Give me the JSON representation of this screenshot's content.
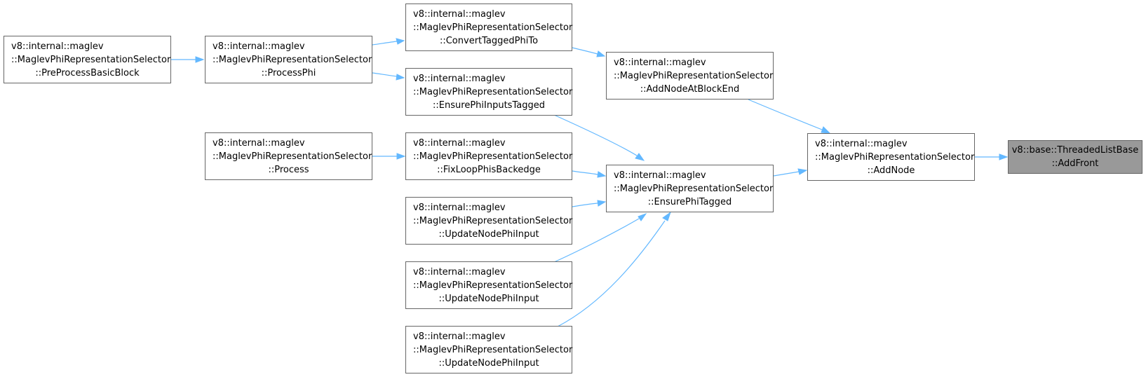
{
  "colors": {
    "edge": "#63b8ff",
    "node_border": "#666666",
    "current_fill": "#999999"
  },
  "nodes": [
    {
      "id": "n_preprocess",
      "lines": [
        "v8::internal::maglev",
        "::MaglevPhiRepresentationSelector",
        "::PreProcessBasicBlock"
      ]
    },
    {
      "id": "n_processphi",
      "lines": [
        "v8::internal::maglev",
        "::MaglevPhiRepresentationSelector",
        "::ProcessPhi"
      ]
    },
    {
      "id": "n_process",
      "lines": [
        "v8::internal::maglev",
        "::MaglevPhiRepresentationSelector",
        "::Process"
      ]
    },
    {
      "id": "n_convert",
      "lines": [
        "v8::internal::maglev",
        "::MaglevPhiRepresentationSelector",
        "::ConvertTaggedPhiTo"
      ]
    },
    {
      "id": "n_ensureinputs",
      "lines": [
        "v8::internal::maglev",
        "::MaglevPhiRepresentationSelector",
        "::EnsurePhiInputsTagged"
      ]
    },
    {
      "id": "n_fixloop",
      "lines": [
        "v8::internal::maglev",
        "::MaglevPhiRepresentationSelector",
        "::FixLoopPhisBackedge"
      ]
    },
    {
      "id": "n_update1",
      "lines": [
        "v8::internal::maglev",
        "::MaglevPhiRepresentationSelector",
        "::UpdateNodePhiInput"
      ]
    },
    {
      "id": "n_update2",
      "lines": [
        "v8::internal::maglev",
        "::MaglevPhiRepresentationSelector",
        "::UpdateNodePhiInput"
      ]
    },
    {
      "id": "n_update3",
      "lines": [
        "v8::internal::maglev",
        "::MaglevPhiRepresentationSelector",
        "::UpdateNodePhiInput"
      ]
    },
    {
      "id": "n_addatend",
      "lines": [
        "v8::internal::maglev",
        "::MaglevPhiRepresentationSelector",
        "::AddNodeAtBlockEnd"
      ]
    },
    {
      "id": "n_ensuretagged",
      "lines": [
        "v8::internal::maglev",
        "::MaglevPhiRepresentationSelector",
        "::EnsurePhiTagged"
      ]
    },
    {
      "id": "n_addnode",
      "lines": [
        "v8::internal::maglev",
        "::MaglevPhiRepresentationSelector",
        "::AddNode"
      ]
    },
    {
      "id": "n_addfront",
      "lines": [
        "v8::base::ThreadedListBase",
        "::AddFront"
      ],
      "current": true
    }
  ],
  "edges": [
    {
      "from": "n_preprocess",
      "to": "n_processphi"
    },
    {
      "from": "n_processphi",
      "to": "n_convert"
    },
    {
      "from": "n_processphi",
      "to": "n_ensureinputs"
    },
    {
      "from": "n_process",
      "to": "n_fixloop"
    },
    {
      "from": "n_convert",
      "to": "n_addatend"
    },
    {
      "from": "n_ensureinputs",
      "to": "n_ensuretagged"
    },
    {
      "from": "n_fixloop",
      "to": "n_ensuretagged"
    },
    {
      "from": "n_update1",
      "to": "n_ensuretagged"
    },
    {
      "from": "n_update2",
      "to": "n_ensuretagged"
    },
    {
      "from": "n_update3",
      "to": "n_ensuretagged"
    },
    {
      "from": "n_addatend",
      "to": "n_addnode"
    },
    {
      "from": "n_ensuretagged",
      "to": "n_addnode"
    },
    {
      "from": "n_addnode",
      "to": "n_addfront"
    }
  ]
}
